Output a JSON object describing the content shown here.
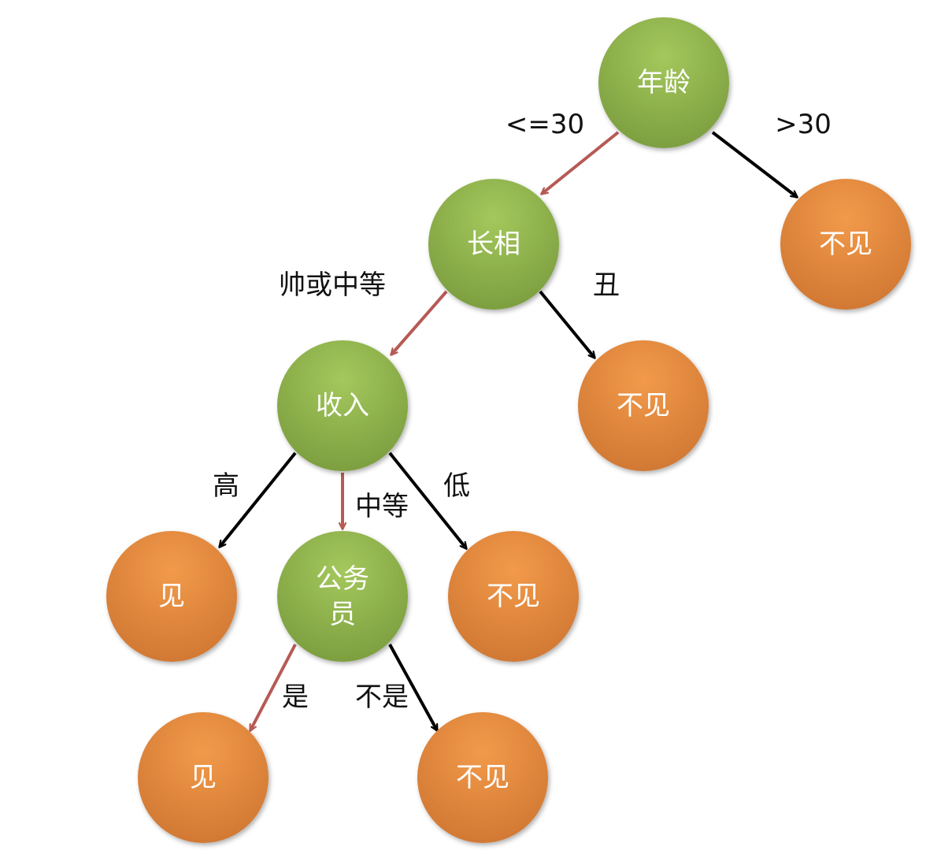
{
  "colors": {
    "decision": "#8db24b",
    "leaf": "#e88b3c",
    "path_edge": "#b65a55",
    "other_edge": "#000000"
  },
  "nodes": {
    "age": {
      "label": "年龄",
      "type": "decision"
    },
    "age_gt30_leaf": {
      "label": "不见",
      "type": "leaf"
    },
    "looks": {
      "label": "长相",
      "type": "decision"
    },
    "looks_ugly_leaf": {
      "label": "不见",
      "type": "leaf"
    },
    "income": {
      "label": "收入",
      "type": "decision"
    },
    "income_high_leaf": {
      "label": "见",
      "type": "leaf"
    },
    "civil_servant": {
      "label_line1": "公务",
      "label_line2": "员",
      "type": "decision"
    },
    "income_low_leaf": {
      "label": "不见",
      "type": "leaf"
    },
    "civil_yes_leaf": {
      "label": "见",
      "type": "leaf"
    },
    "civil_no_leaf": {
      "label": "不见",
      "type": "leaf"
    }
  },
  "edges": {
    "age_le30": "<=30",
    "age_gt30": ">30",
    "looks_good": "帅或中等",
    "looks_ugly": "丑",
    "income_high": "高",
    "income_mid": "中等",
    "income_low": "低",
    "civil_yes": "是",
    "civil_no": "不是"
  }
}
